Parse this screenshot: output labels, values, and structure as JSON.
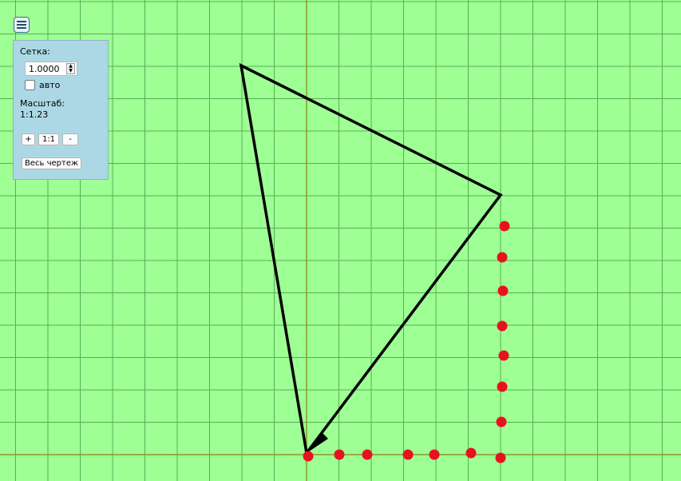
{
  "colors": {
    "background": "#9dff94",
    "grid_line": "#5aad57",
    "axis_line": "#8a9a1f",
    "shape_stroke": "#000000",
    "point_fill": "#e8121e",
    "panel_bg": "#acd8e6"
  },
  "toolbar": {
    "menu_icon": "hamburger-menu-icon"
  },
  "panel": {
    "grid_label": "Сетка:",
    "grid_value": "1.0000",
    "auto_label": "авто",
    "auto_checked": false,
    "scale_label": "Масштаб:",
    "scale_value": "1:1.23",
    "zoom_in_label": "+",
    "reset_scale_label": "1:1",
    "zoom_out_label": "-",
    "fit_all_label": "Весь чертеж"
  }
}
